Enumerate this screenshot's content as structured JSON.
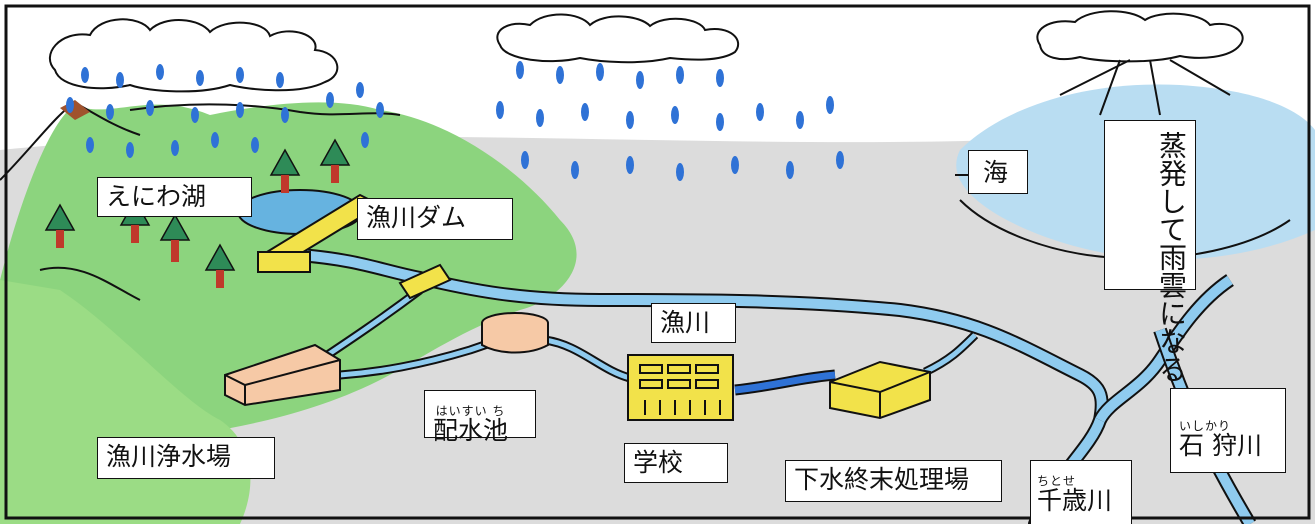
{
  "labels": {
    "lake": "えにわ湖",
    "dam": "漁川ダム",
    "sea": "海",
    "evaporation_line1": "蒸発して",
    "evaporation_line2": "雨雲になる",
    "river": "漁川",
    "reservoir_ruby": "はいすい ち",
    "reservoir": "配水池",
    "purification_plant": "漁川浄水場",
    "school": "学校",
    "sewage_plant": "下水終末処理場",
    "chitose_ruby": "ちとせ",
    "chitose_river": "千歳川",
    "ishikari_ruby": "いしかり",
    "ishikari_river": "石 狩川"
  },
  "colors": {
    "forest_green": "#8cd47e",
    "ground_gray": "#d9d9d9",
    "water_blue": "#66b3e0",
    "rain_blue": "#2f72d6",
    "dam_yellow": "#f2e24a",
    "building_peach": "#f6c9a6",
    "tree_red": "#c0392b",
    "outline": "#111111"
  }
}
